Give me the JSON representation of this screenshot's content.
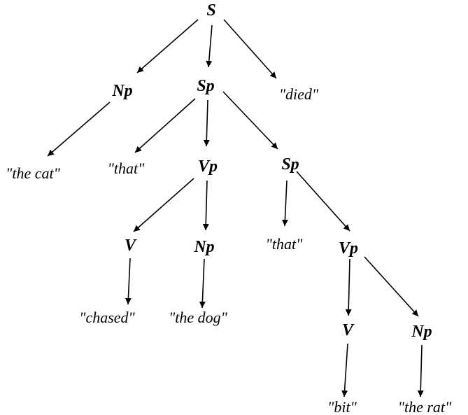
{
  "nodes": {
    "s_root": "S",
    "np_1": "Np",
    "sp_1": "Sp",
    "died": "\"died\"",
    "the_cat": "\"the cat\"",
    "that_1": "\"that\"",
    "vp_1": "Vp",
    "sp_2": "Sp",
    "v_1": "V",
    "np_2": "Np",
    "that_2": "\"that\"",
    "vp_2": "Vp",
    "chased": "\"chased\"",
    "the_dog": "\"the dog\"",
    "v_2": "V",
    "np_3": "Np",
    "bit": "\"bit\"",
    "the_rat": "\"the rat\""
  },
  "edges": [
    [
      "s_root",
      "np_1"
    ],
    [
      "s_root",
      "sp_1"
    ],
    [
      "s_root",
      "died"
    ],
    [
      "np_1",
      "the_cat"
    ],
    [
      "sp_1",
      "that_1"
    ],
    [
      "sp_1",
      "vp_1"
    ],
    [
      "sp_1",
      "sp_2"
    ],
    [
      "vp_1",
      "v_1"
    ],
    [
      "vp_1",
      "np_2"
    ],
    [
      "sp_2",
      "that_2"
    ],
    [
      "sp_2",
      "vp_2"
    ],
    [
      "v_1",
      "chased"
    ],
    [
      "np_2",
      "the_dog"
    ],
    [
      "vp_2",
      "v_2"
    ],
    [
      "vp_2",
      "np_3"
    ],
    [
      "v_2",
      "bit"
    ],
    [
      "np_3",
      "the_rat"
    ]
  ]
}
